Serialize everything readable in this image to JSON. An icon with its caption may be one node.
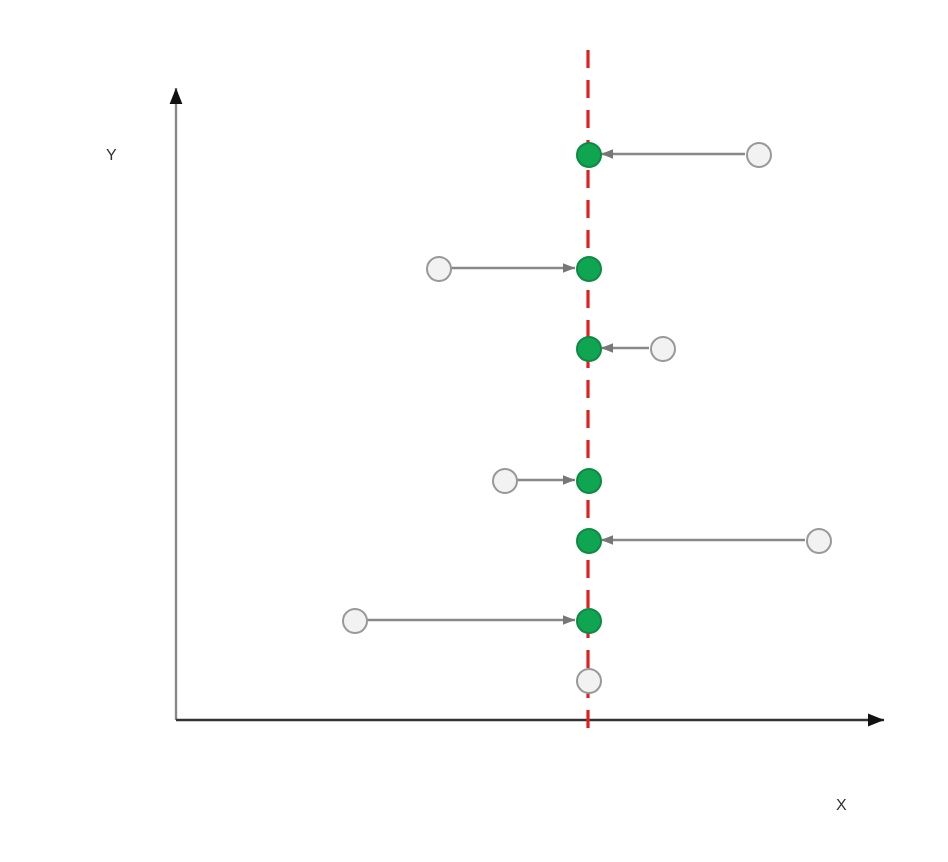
{
  "diagram": {
    "nodes": [
      {
        "text": [],
        "shape": "circle"
      },
      {
        "text": [],
        "shape": "circle"
      },
      {
        "text": [],
        "shape": "circle"
      },
      {
        "text": [],
        "shape": "circle"
      },
      {
        "text": [],
        "shape": "circle"
      },
      {
        "text": [],
        "shape": "circle"
      },
      {
        "text": [],
        "shape": "circle"
      },
      {
        "text": [],
        "shape": "circle"
      },
      {
        "text": [],
        "shape": "circle"
      },
      {
        "text": [],
        "shape": "circle"
      },
      {
        "text": [],
        "shape": "circle"
      },
      {
        "text": [],
        "shape": "circle"
      },
      {
        "text": [],
        "shape": "circle"
      }
    ],
    "edges": [
      {
        "from": 1,
        "to": 0,
        "arrow": "to"
      },
      {
        "from": 2,
        "to": 3,
        "arrow": "to"
      },
      {
        "from": 5,
        "to": 4,
        "arrow": "to"
      },
      {
        "from": 6,
        "to": 7,
        "arrow": "to"
      },
      {
        "from": 9,
        "to": 8,
        "arrow": "to"
      },
      {
        "from": 10,
        "to": 11,
        "arrow": "to"
      }
    ],
    "labels": [
      "Y",
      "X"
    ]
  }
}
